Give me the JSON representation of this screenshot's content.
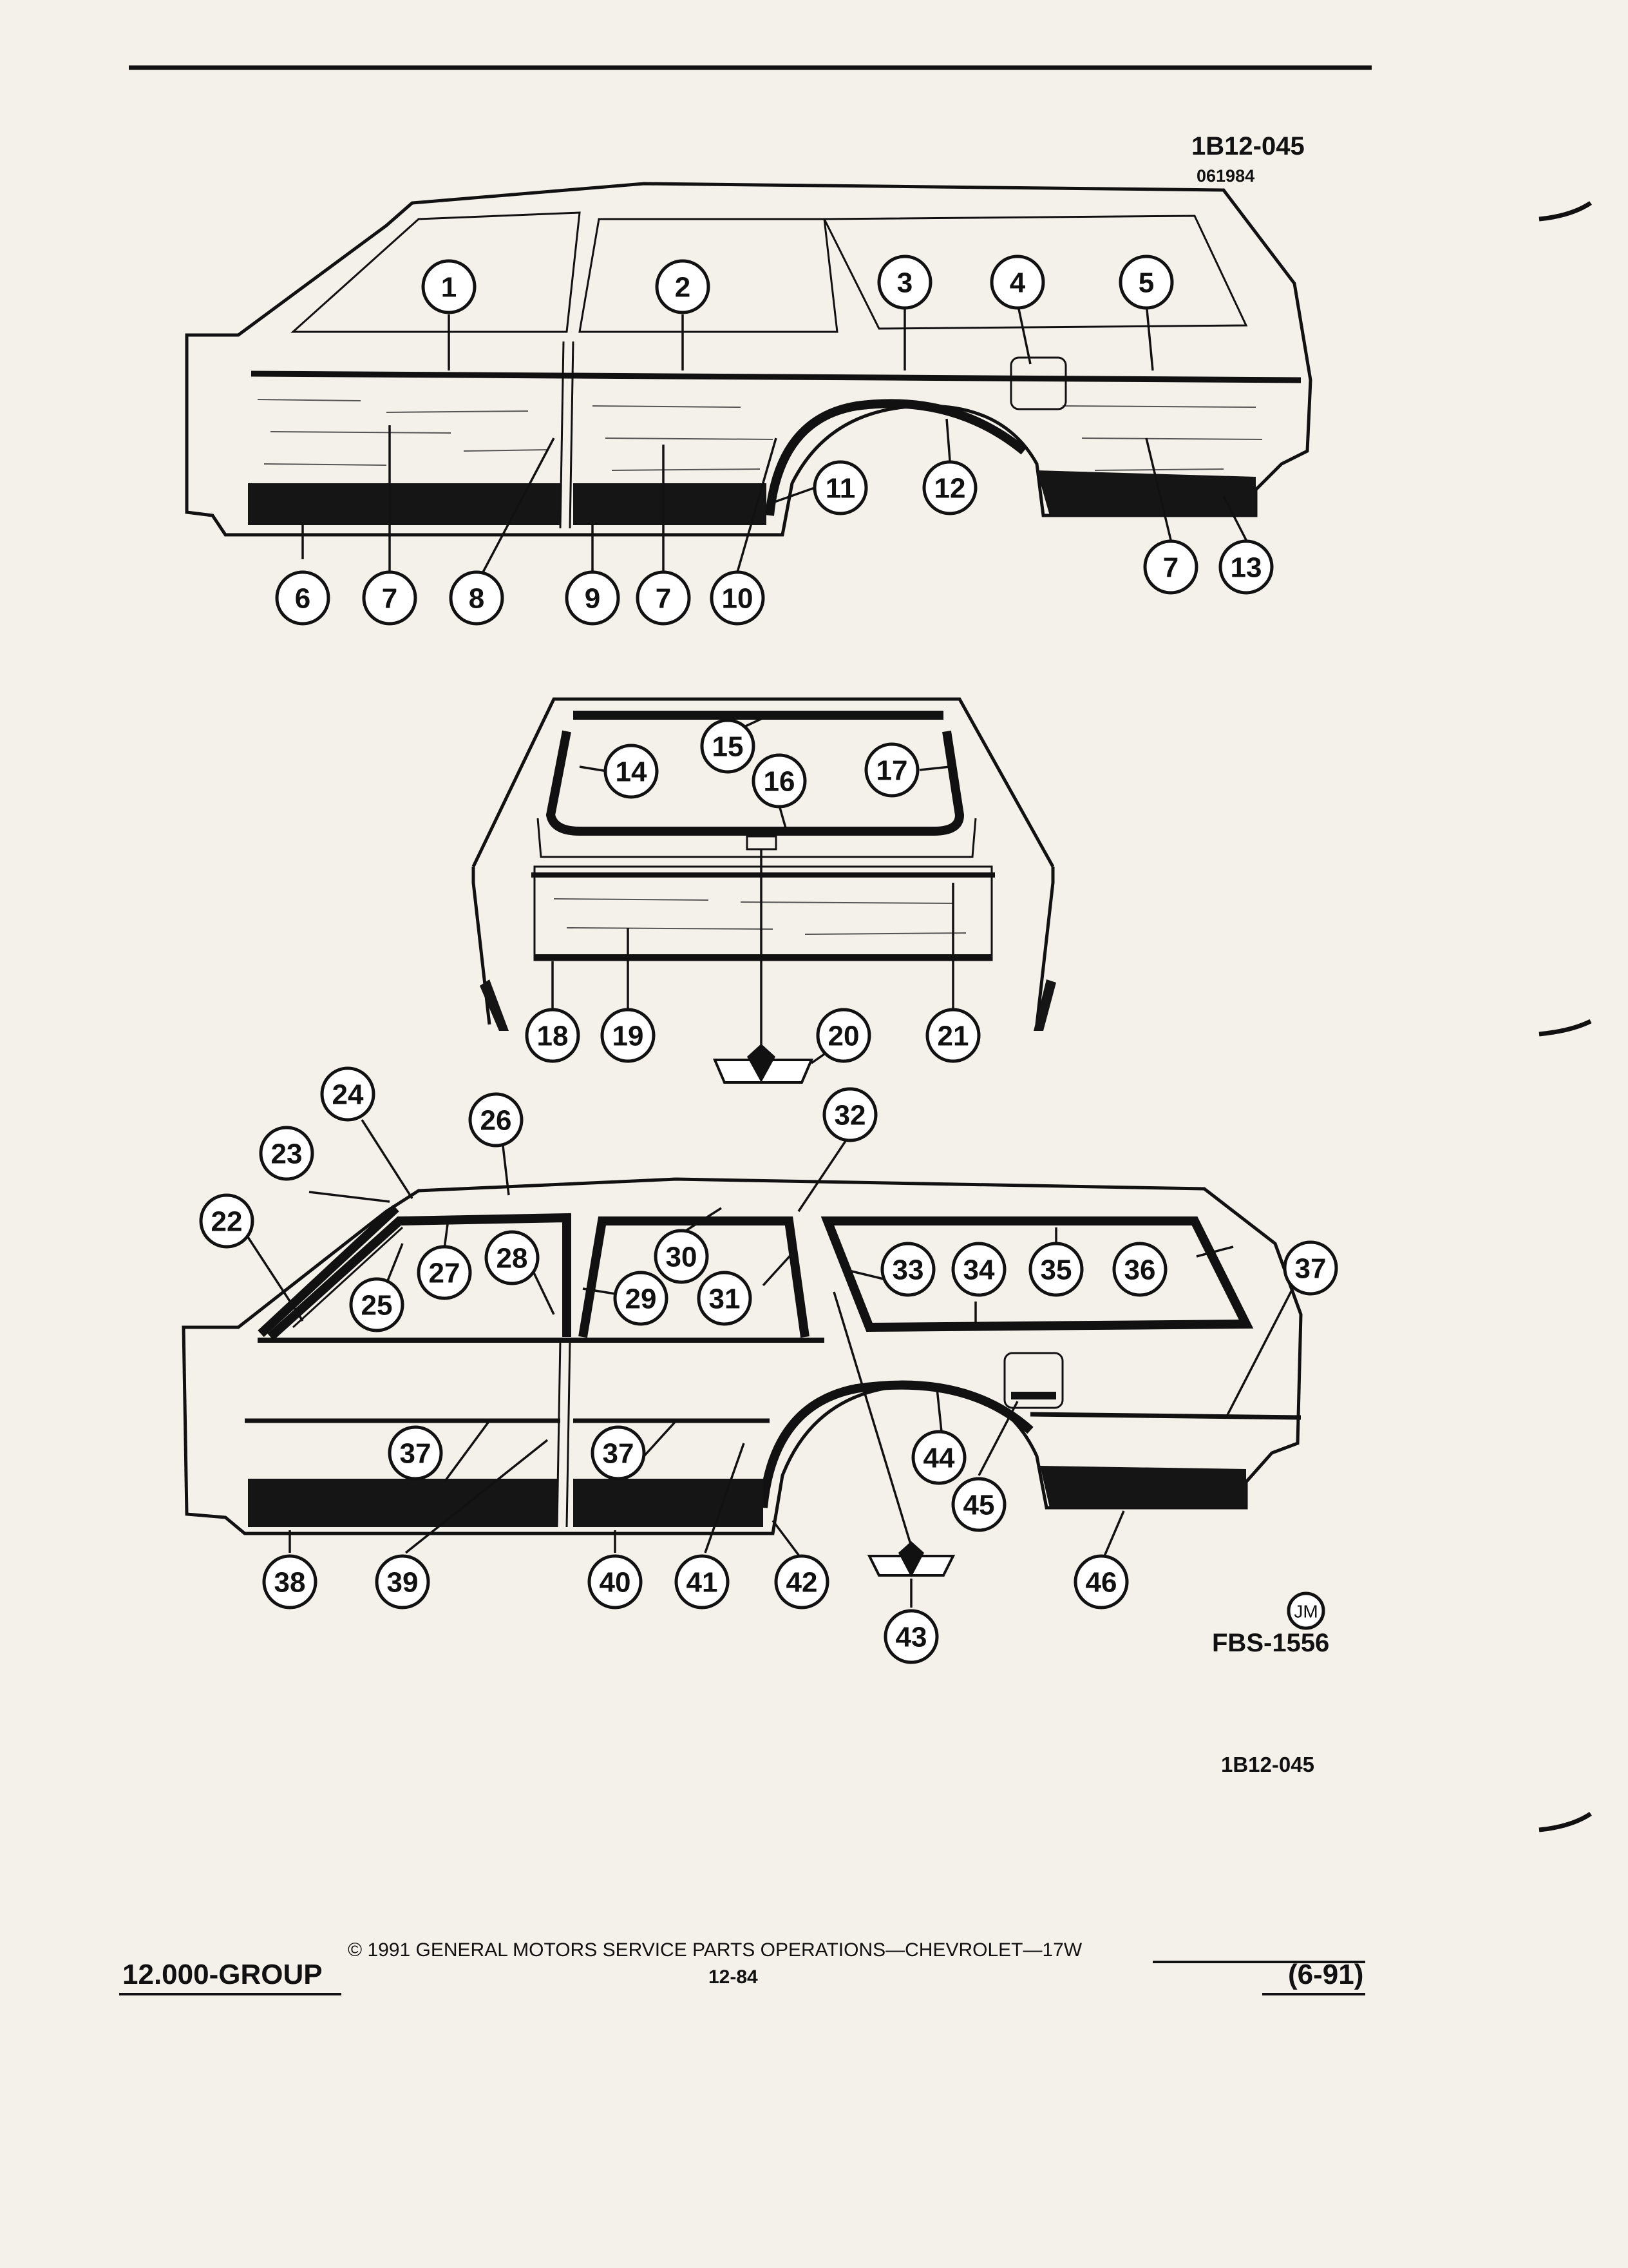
{
  "header": {
    "illustration_ref": "1B12-045",
    "illustration_date": "061984"
  },
  "figure": {
    "top_view_callouts": [
      "1",
      "2",
      "3",
      "4",
      "5",
      "6",
      "7",
      "8",
      "9",
      "7",
      "10",
      "11",
      "12",
      "7",
      "13"
    ],
    "rear_view_callouts": [
      "14",
      "15",
      "16",
      "17",
      "18",
      "19",
      "20",
      "21"
    ],
    "bottom_view_callouts": [
      "22",
      "23",
      "24",
      "25",
      "26",
      "27",
      "28",
      "29",
      "30",
      "31",
      "32",
      "33",
      "34",
      "35",
      "36",
      "37",
      "37",
      "37",
      "38",
      "39",
      "40",
      "41",
      "42",
      "43",
      "44",
      "45",
      "46"
    ],
    "artist_mark": "JM",
    "figure_code": "FBS-1556",
    "bottom_ref": "1B12-045"
  },
  "footer": {
    "group": "12.000-GROUP",
    "copyright": "© 1991 GENERAL MOTORS SERVICE PARTS OPERATIONS—CHEVROLET—17W",
    "page_number": "12-84",
    "revision_date": "(6-91)"
  }
}
